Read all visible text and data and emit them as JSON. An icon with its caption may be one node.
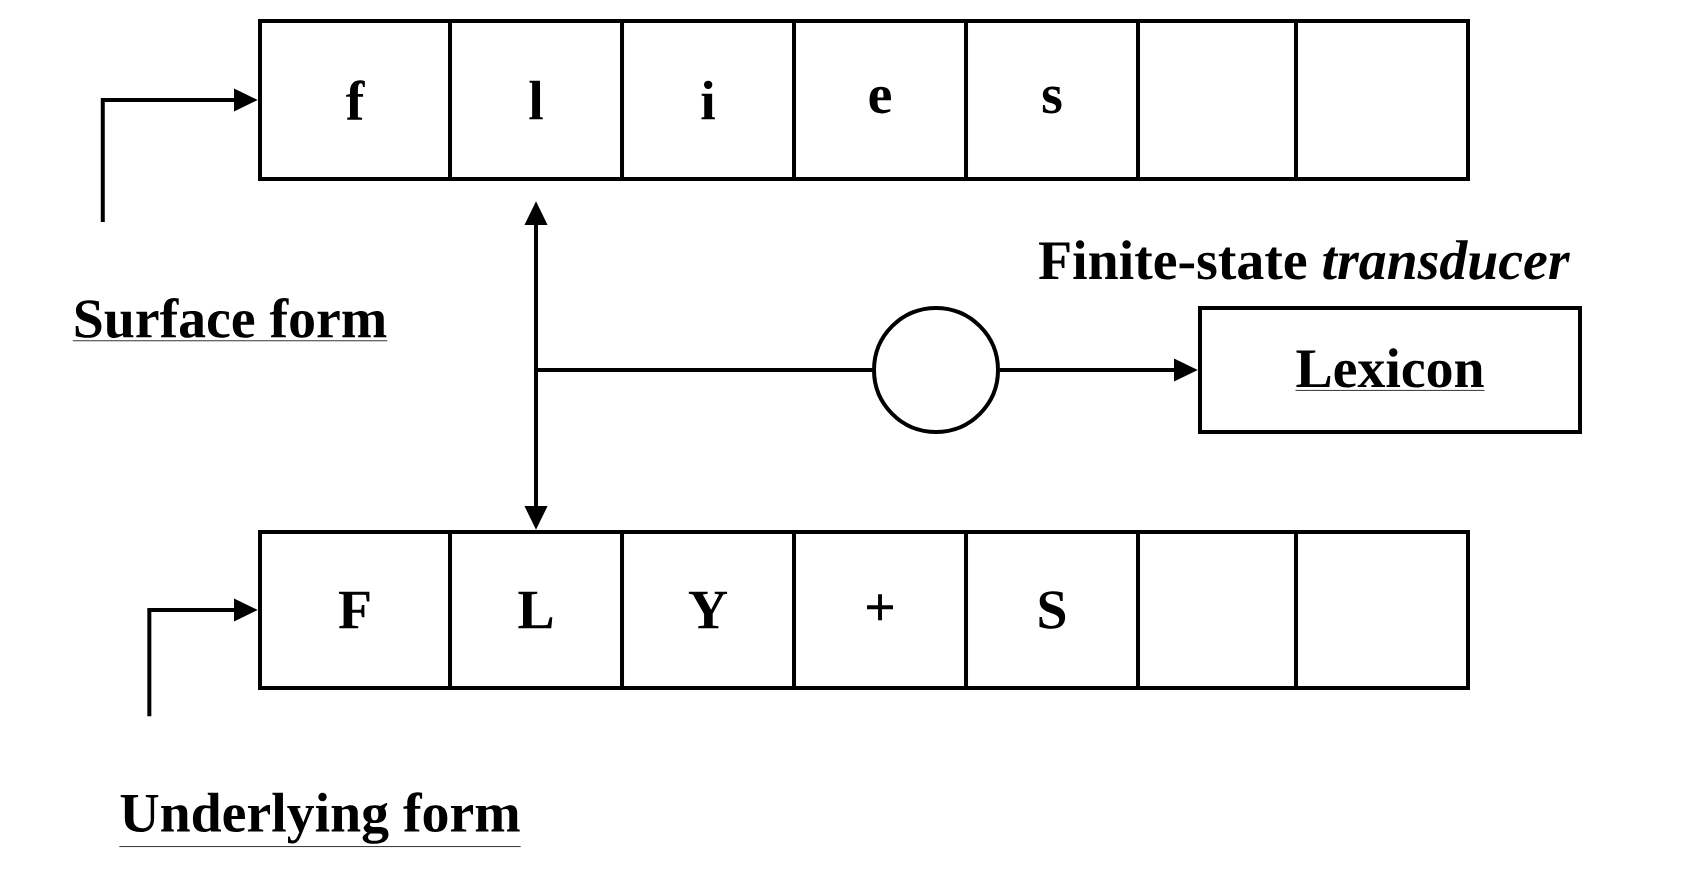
{
  "diagram": {
    "nodes": [
      {
        "text": [
          "f"
        ]
      },
      {
        "text": [
          "l"
        ]
      },
      {
        "text": [
          "i"
        ]
      },
      {
        "text": [
          "e"
        ]
      },
      {
        "text": [
          "s"
        ]
      },
      {
        "text": [],
        "shape": "box"
      },
      {
        "text": [],
        "shape": "box"
      },
      {
        "text": [
          "F"
        ]
      },
      {
        "text": [
          "L"
        ]
      },
      {
        "text": [
          "Y"
        ]
      },
      {
        "text": [
          "+"
        ]
      },
      {
        "text": [
          "S"
        ]
      },
      {
        "text": [],
        "shape": "box"
      },
      {
        "text": [],
        "shape": "box"
      },
      {
        "text": [
          "Surface form"
        ]
      },
      {
        "text": [
          "Underlying form"
        ]
      },
      {
        "text": [],
        "shape": "circle"
      },
      {
        "text": [
          "Lexicon"
        ]
      }
    ],
    "edges": [
      {
        "from": 14,
        "to": 0,
        "arrow": "to"
      },
      {
        "from": 15,
        "to": 7,
        "arrow": "to"
      },
      {
        "from": 16,
        "to": 1,
        "arrow": "to"
      },
      {
        "from": 16,
        "to": 8,
        "arrow": "to"
      },
      {
        "from": 16,
        "to": 17,
        "arrow": "to"
      }
    ],
    "labels": [
      "Finite-state *transducer*"
    ]
  }
}
